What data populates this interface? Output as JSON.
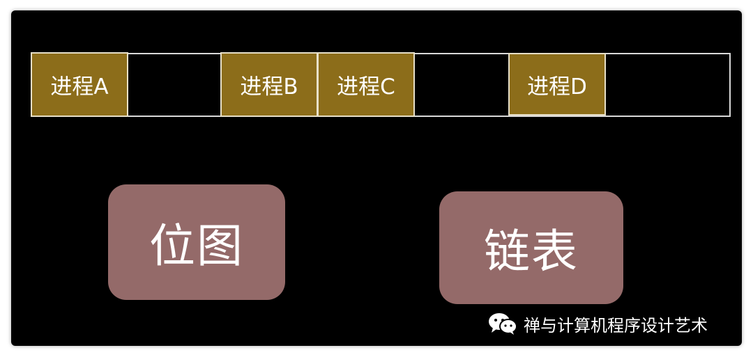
{
  "memory": {
    "processes": [
      {
        "label": "进程A"
      },
      {
        "label": "进程B"
      },
      {
        "label": "进程C"
      },
      {
        "label": "进程D"
      }
    ]
  },
  "methods": {
    "bitmap_label": "位图",
    "linked_list_label": "链表"
  },
  "watermark": {
    "text": "禅与计算机程序设计艺术",
    "icon": "wechat-icon"
  },
  "colors": {
    "background": "#000000",
    "process_fill": "#8c6d1a",
    "method_fill": "#946a69",
    "outline": "#d9d9d9",
    "text": "#ffffff"
  }
}
